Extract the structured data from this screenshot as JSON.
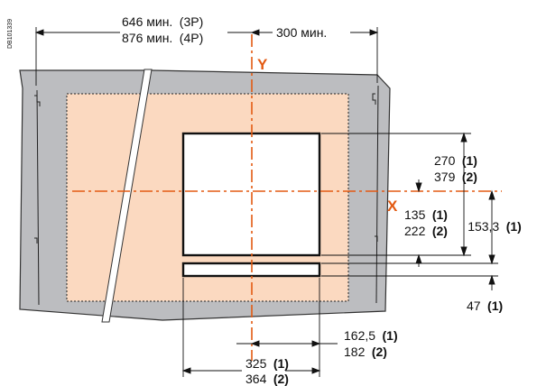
{
  "drawing_id": "DB101339",
  "colors": {
    "panel": "#bcbdc0",
    "cutout": "#fbd9c0",
    "axis": "#e35a12",
    "line": "#111111",
    "background": "#ffffff"
  },
  "axes": {
    "y_label": "Y",
    "x_label": "X"
  },
  "dims": {
    "width_3p": {
      "value": "646 мин.",
      "ref": "(3P)"
    },
    "width_4p": {
      "value": "876 мин.",
      "ref": "(4P)"
    },
    "half_right": {
      "value": "300 мин."
    },
    "height_total": {
      "v1": "270",
      "r1": "(1)",
      "v2": "379",
      "r2": "(2)"
    },
    "height_lower": {
      "v1": "135",
      "r1": "(1)",
      "v2": "222",
      "r2": "(2)"
    },
    "height_rail": {
      "v1": "153,3",
      "r1": "(1)"
    },
    "rail_gap": {
      "v1": "47",
      "r1": "(1)"
    },
    "half_width": {
      "v1": "162,5",
      "r1": "(1)",
      "v2": "182",
      "r2": "(2)"
    },
    "full_width": {
      "v1": "325",
      "r1": "(1)",
      "v2": "364",
      "r2": "(2)"
    }
  }
}
